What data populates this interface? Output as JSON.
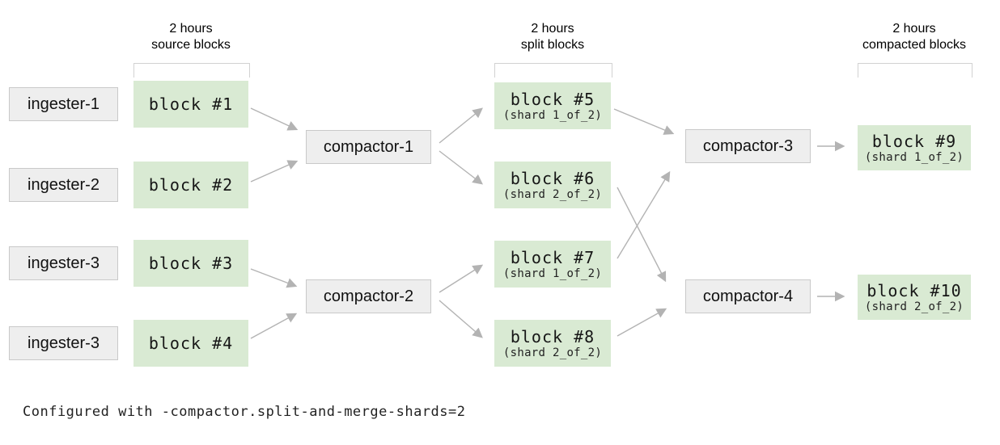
{
  "diagram": {
    "headers": [
      {
        "line1": "2 hours",
        "line2": "source blocks"
      },
      {
        "line1": "2 hours",
        "line2": "split blocks"
      },
      {
        "line1": "2 hours",
        "line2": "compacted blocks"
      }
    ],
    "ingesters": [
      {
        "label": "ingester-1"
      },
      {
        "label": "ingester-2"
      },
      {
        "label": "ingester-3"
      },
      {
        "label": "ingester-3"
      }
    ],
    "source_blocks": [
      {
        "label": "block #1"
      },
      {
        "label": "block #2"
      },
      {
        "label": "block #3"
      },
      {
        "label": "block #4"
      }
    ],
    "split_compactors": [
      {
        "label": "compactor-1"
      },
      {
        "label": "compactor-2"
      }
    ],
    "split_blocks": [
      {
        "label": "block #5",
        "shard": "(shard 1_of_2)"
      },
      {
        "label": "block #6",
        "shard": "(shard 2_of_2)"
      },
      {
        "label": "block #7",
        "shard": "(shard 1_of_2)"
      },
      {
        "label": "block #8",
        "shard": "(shard 2_of_2)"
      }
    ],
    "merge_compactors": [
      {
        "label": "compactor-3"
      },
      {
        "label": "compactor-4"
      }
    ],
    "compacted_blocks": [
      {
        "label": "block #9",
        "shard": "(shard 1_of_2)"
      },
      {
        "label": "block #10",
        "shard": "(shard 2_of_2)"
      }
    ],
    "footer": "Configured with -compactor.split-and-merge-shards=2",
    "edges": [
      {
        "from": "block #1",
        "to": "compactor-1"
      },
      {
        "from": "block #2",
        "to": "compactor-1"
      },
      {
        "from": "block #3",
        "to": "compactor-2"
      },
      {
        "from": "block #4",
        "to": "compactor-2"
      },
      {
        "from": "compactor-1",
        "to": "block #5"
      },
      {
        "from": "compactor-1",
        "to": "block #6"
      },
      {
        "from": "compactor-2",
        "to": "block #7"
      },
      {
        "from": "compactor-2",
        "to": "block #8"
      },
      {
        "from": "block #5",
        "to": "compactor-3"
      },
      {
        "from": "block #7",
        "to": "compactor-3"
      },
      {
        "from": "block #6",
        "to": "compactor-4"
      },
      {
        "from": "block #8",
        "to": "compactor-4"
      },
      {
        "from": "compactor-3",
        "to": "block #9"
      },
      {
        "from": "compactor-4",
        "to": "block #10"
      }
    ],
    "colors": {
      "block_green": "#d9ead3",
      "node_gray": "#eeeeee",
      "node_border": "#c9c9c9",
      "arrow": "#b3b3b3",
      "bracket": "#d2d2d2",
      "text": "#161616"
    }
  }
}
